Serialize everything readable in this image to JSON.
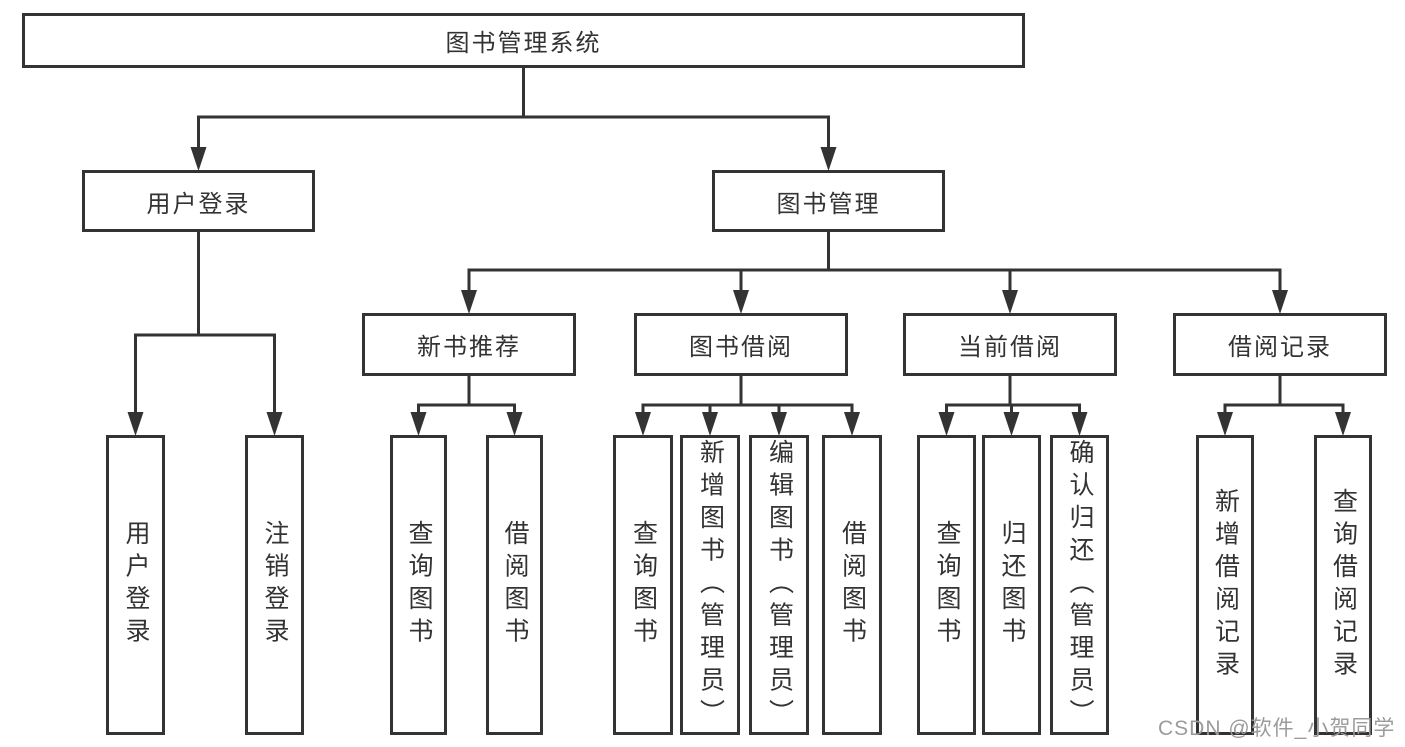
{
  "diagram": {
    "title": "图书管理系统",
    "line_color": "#333333",
    "text_color": "#333333",
    "nodes": [
      {
        "id": "system",
        "label": "图书管理系统",
        "children": [
          "login-group",
          "book-mgmt"
        ]
      },
      {
        "id": "login-group",
        "label": "用户登录",
        "children": [
          "user-login",
          "user-logout"
        ]
      },
      {
        "id": "book-mgmt",
        "label": "图书管理",
        "children": [
          "new-book",
          "book-borrow",
          "current-borrow",
          "borrow-record"
        ]
      },
      {
        "id": "new-book",
        "label": "新书推荐",
        "children": [
          "nb-query",
          "nb-borrow"
        ]
      },
      {
        "id": "book-borrow",
        "label": "图书借阅",
        "children": [
          "bb-query",
          "bb-add",
          "bb-edit",
          "bb-borrow"
        ]
      },
      {
        "id": "current-borrow",
        "label": "当前借阅",
        "children": [
          "cb-query",
          "cb-return",
          "cb-confirm"
        ]
      },
      {
        "id": "borrow-record",
        "label": "借阅记录",
        "children": [
          "br-add",
          "br-query"
        ]
      },
      {
        "id": "user-login",
        "label": "用户登录",
        "vertical": true
      },
      {
        "id": "user-logout",
        "label": "注销登录",
        "vertical": true
      },
      {
        "id": "nb-query",
        "label": "查询图书",
        "vertical": true
      },
      {
        "id": "nb-borrow",
        "label": "借阅图书",
        "vertical": true
      },
      {
        "id": "bb-query",
        "label": "查询图书",
        "vertical": true
      },
      {
        "id": "bb-add",
        "label": "新增图书（管理员）",
        "vertical": true
      },
      {
        "id": "bb-edit",
        "label": "编辑图书（管理员）",
        "vertical": true
      },
      {
        "id": "bb-borrow",
        "label": "借阅图书",
        "vertical": true
      },
      {
        "id": "cb-query",
        "label": "查询图书",
        "vertical": true
      },
      {
        "id": "cb-return",
        "label": "归还图书",
        "vertical": true
      },
      {
        "id": "cb-confirm",
        "label": "确认归还（管理员）",
        "vertical": true
      },
      {
        "id": "br-add",
        "label": "新增借阅记录",
        "vertical": true
      },
      {
        "id": "br-query",
        "label": "查询借阅记录",
        "vertical": true
      }
    ]
  },
  "watermark": {
    "text": "CSDN @软件_小贺同学",
    "color": "#9b9b9b"
  }
}
